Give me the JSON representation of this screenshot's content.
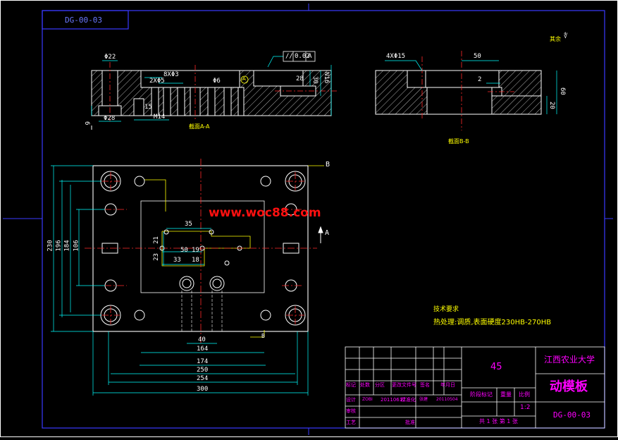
{
  "drawing": {
    "code_top": "DG-00-03",
    "watermark": "www.woc88.com",
    "sections": {
      "aa_title": "截面A-A",
      "bb_title": "截面B-B",
      "view_arrow_a": "A",
      "view_arrow_b": "B",
      "view_arrow_b_low": "B",
      "section_mark_a": "A"
    },
    "roughness_note": "其余",
    "tolerance": {
      "symbol": "//",
      "value": "0.02",
      "datum": "A"
    },
    "dimensions": {
      "aa": [
        "Φ22",
        "8XΦ3",
        "2XΦ5",
        "Φ6",
        "Φ28",
        "M14",
        "N16",
        "28",
        "30",
        "15",
        "6"
      ],
      "bb": [
        "4XΦ15",
        "50",
        "2",
        "60",
        "20"
      ],
      "plan_vertical": [
        "230",
        "196",
        "184",
        "106",
        "21",
        "23"
      ],
      "plan_inner": [
        "35",
        "50",
        "19",
        "33",
        "18",
        "40"
      ],
      "plan_bottom": [
        "164",
        "174",
        "250",
        "254",
        "300"
      ]
    },
    "requirements": {
      "title": "技术要求",
      "line1": "热处理:调质,表面硬度230HB-270HB"
    },
    "title_block": {
      "material": "45",
      "school": "江西农业大学",
      "part_name": "动模板",
      "drawing_no": "DG-00-03",
      "row_labels": [
        "标记",
        "处数",
        "分区",
        "更改文件号",
        "签名",
        "年月日"
      ],
      "design_label": "设计",
      "designer": "ZOBI",
      "design_date": "20110617",
      "std_label": "标准化",
      "checker": "张建",
      "check_date": "20110504",
      "stage_label": "阶段标记",
      "weight_label": "重量",
      "scale_label": "比例",
      "scale_value": "1:2",
      "review_label": "审核",
      "process_label": "工艺",
      "approve_label": "批准",
      "sheets": "共 1 张 第 1 张"
    }
  },
  "colors": {
    "frame": "#3a3aff",
    "outline": "#ffffff",
    "hatch": "#ffffff",
    "center": "#ff2a2a",
    "dimension": "#00ffff",
    "aux": "#ffff00",
    "title_text": "#ff00ff",
    "watermark": "#ff1010"
  }
}
